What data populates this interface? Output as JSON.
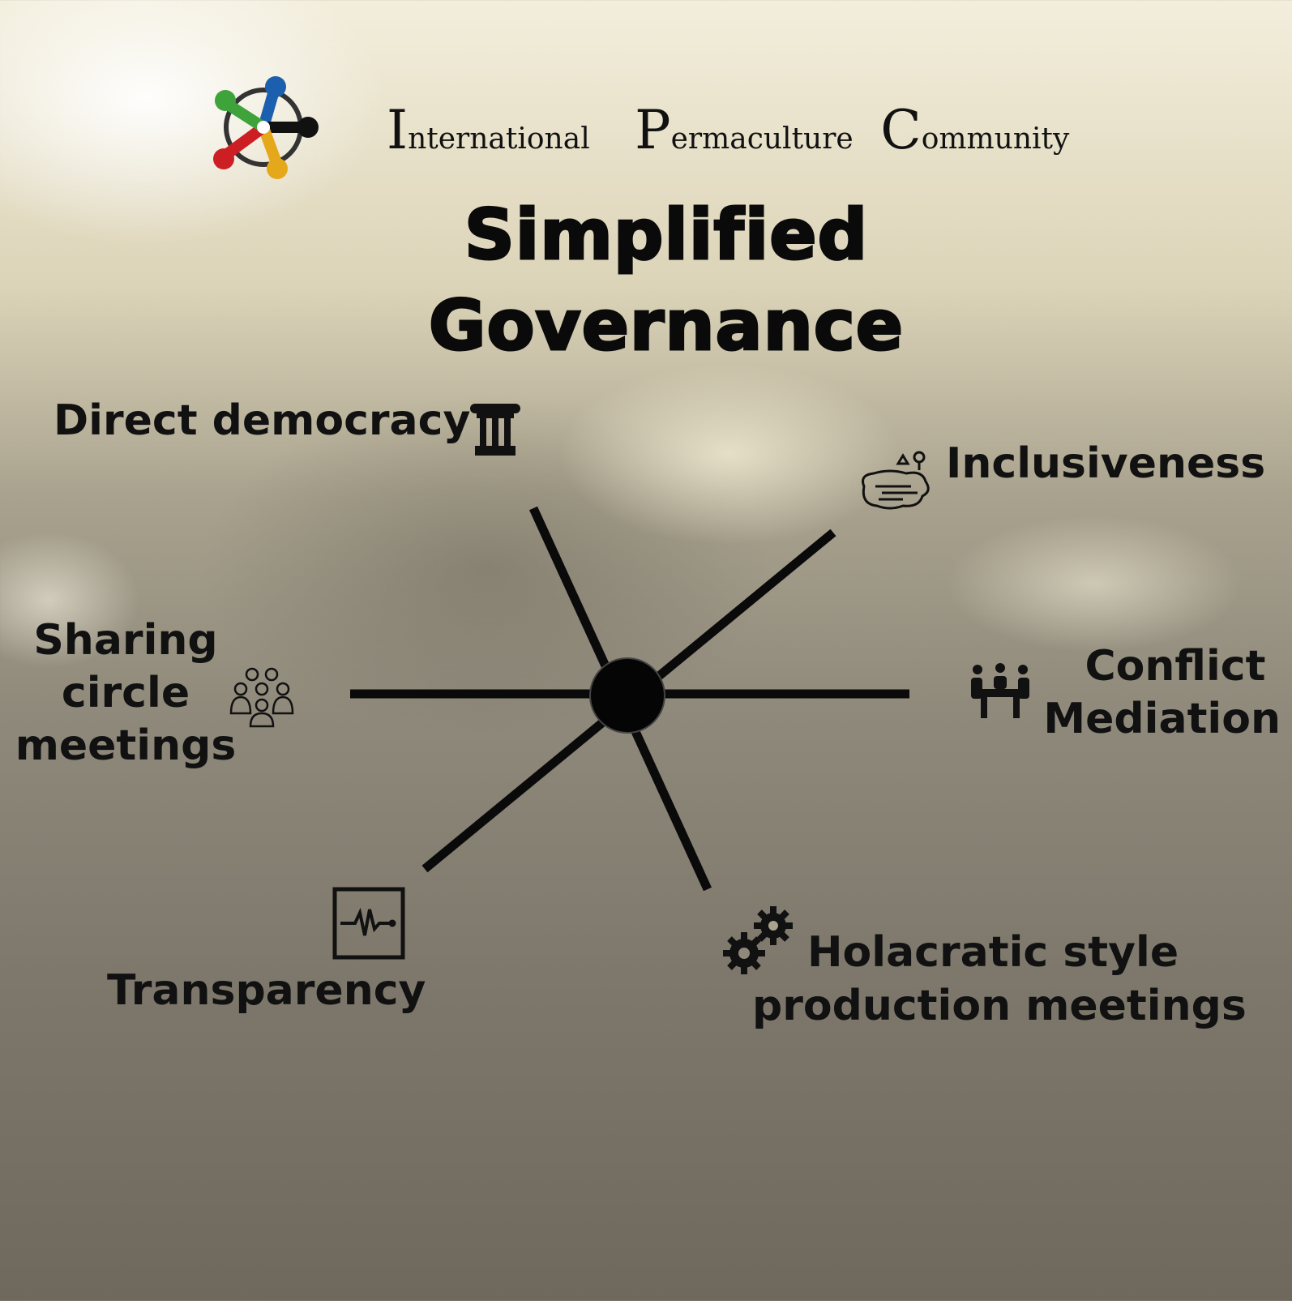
{
  "header": {
    "org_name_parts": [
      "International",
      "Permaculture",
      "Community"
    ],
    "title_lines": [
      "Simplified",
      "Governance"
    ]
  },
  "spokes": [
    {
      "label_lines": [
        "Direct democracy"
      ],
      "icon": "pillar-icon"
    },
    {
      "label_lines": [
        "Inclusiveness"
      ],
      "icon": "inclusion-icon"
    },
    {
      "label_lines": [
        "Sharing",
        "circle",
        "meetings"
      ],
      "icon": "group-icon"
    },
    {
      "label_lines": [
        "Conflict",
        "Mediation"
      ],
      "icon": "meeting-table-icon"
    },
    {
      "label_lines": [
        "Transparency"
      ],
      "icon": "pulse-monitor-icon"
    },
    {
      "label_lines": [
        "Holacratic style",
        "production meetings"
      ],
      "icon": "gears-icon"
    }
  ]
}
